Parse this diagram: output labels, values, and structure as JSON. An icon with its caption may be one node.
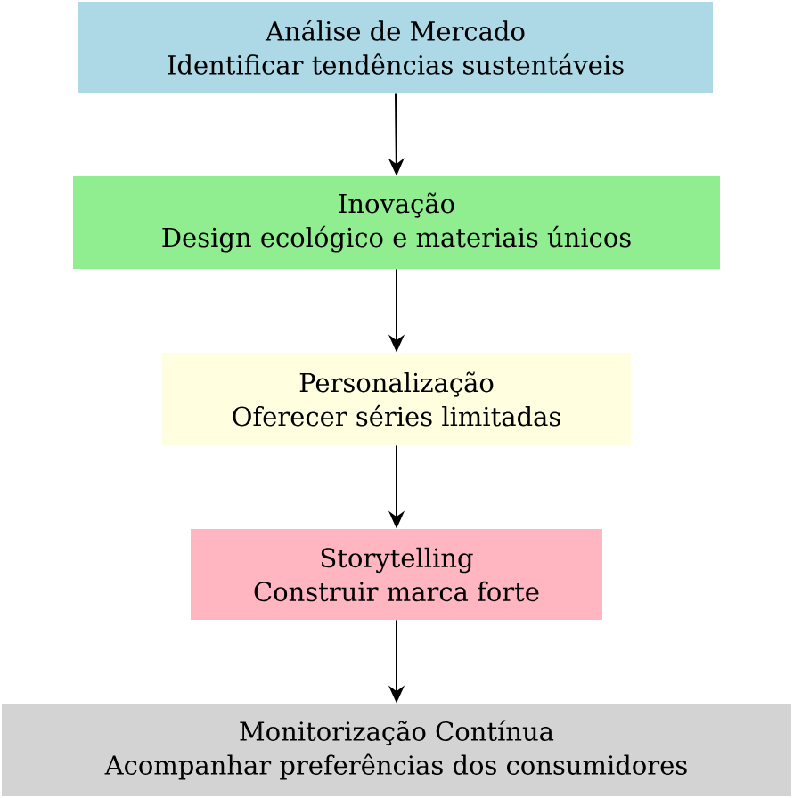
{
  "diagram": {
    "nodes": [
      {
        "text": [
          "Análise de Mercado",
          "Identificar tendências sustentáveis"
        ]
      },
      {
        "text": [
          "Inovação",
          "Design ecológico e materiais únicos"
        ]
      },
      {
        "text": [
          "Personalização",
          "Oferecer séries limitadas"
        ]
      },
      {
        "text": [
          "Storytelling",
          "Construir marca forte"
        ]
      },
      {
        "text": [
          "Monitorização Contínua",
          "Acompanhar preferências dos consumidores"
        ]
      }
    ],
    "edges": [
      {
        "from": 0,
        "to": 1,
        "arrow": "to"
      },
      {
        "from": 1,
        "to": 2,
        "arrow": "to"
      },
      {
        "from": 2,
        "to": 3,
        "arrow": "to"
      },
      {
        "from": 3,
        "to": 4,
        "arrow": "to"
      }
    ]
  }
}
